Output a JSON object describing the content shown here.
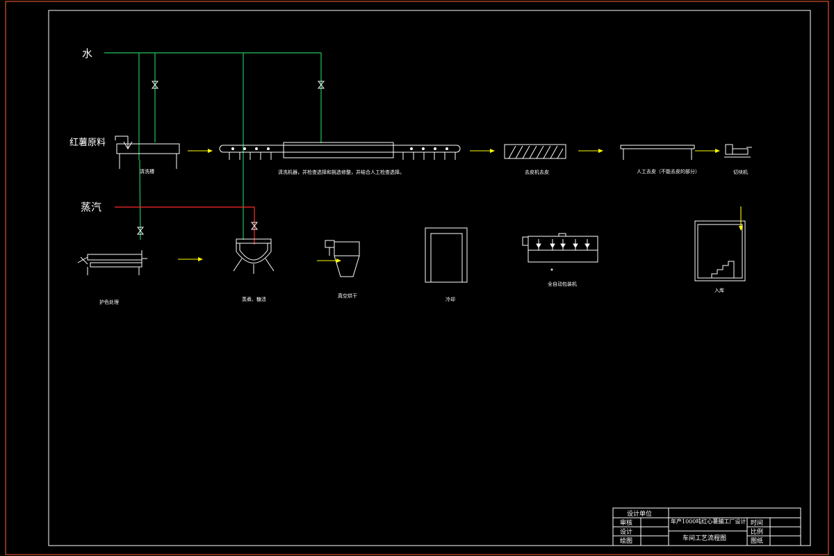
{
  "media": {
    "labels": {
      "water": "水",
      "raw": "红薯原料",
      "steam": "蒸汽"
    },
    "colors": {
      "water_line": "#22c55e",
      "steam_line": "#ff2b2b",
      "flow_arrow": "#ffff00",
      "outer_frame": "#ff6633",
      "drawing_lines": "#ffffff"
    }
  },
  "process": {
    "row1": {
      "washer": "清洗槽",
      "sorting_line": "清洗机器，并检查选择和挑选修整，并结合人工检查选择。",
      "slicer": "去皮机去皮",
      "trimming": "人工去皮（不能去皮的部分）",
      "cutter": "切块机"
    },
    "row2": {
      "color_protect": "护色处理",
      "cook": "蒸煮、糖渍",
      "dryer": "真空烘干",
      "cooling": "冷却",
      "packer": "全自动包装机",
      "storage": "入库"
    }
  },
  "title_block": {
    "design_unit": "设计单位",
    "review": "审核",
    "design": "设计",
    "drawing": "绘图",
    "project": "年产1000吨红心薯脯工厂设计",
    "drawing_title": "车间工艺流程图",
    "time": "时间",
    "scale": "比例",
    "sheet": "图纸"
  }
}
